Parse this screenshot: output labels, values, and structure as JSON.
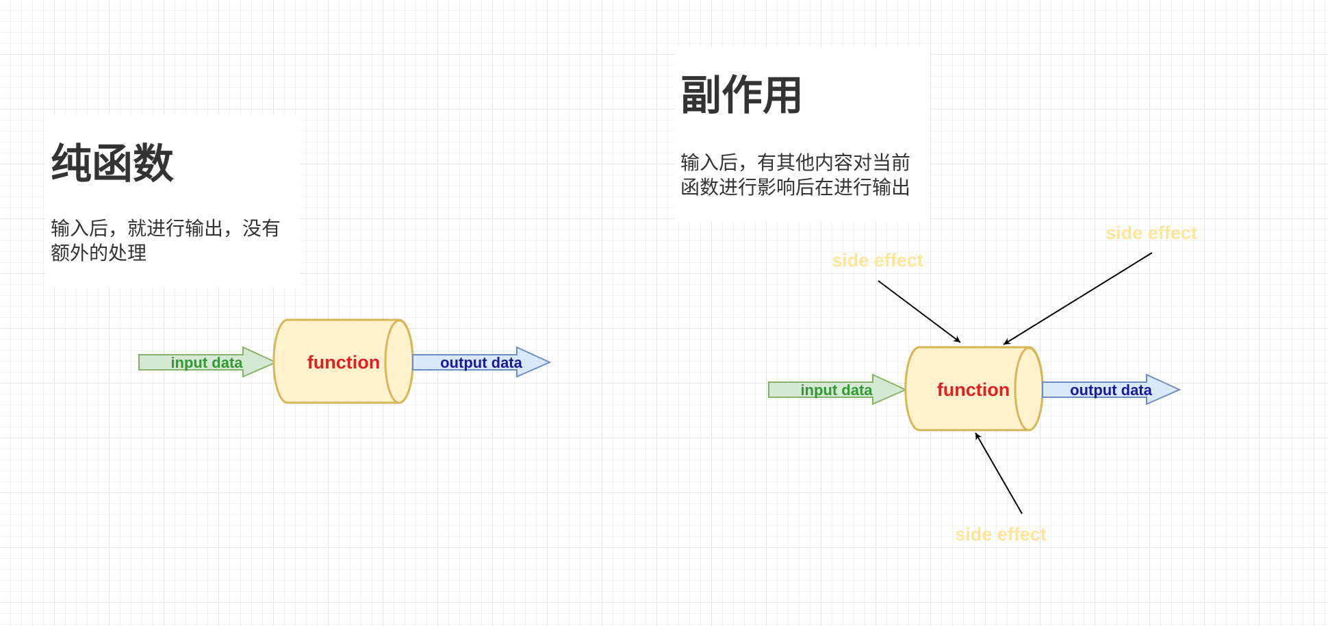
{
  "pure": {
    "title": "纯函数",
    "description": "输入后，就进行输出，没有额外的处理",
    "input_label": "input data",
    "function_label": "function",
    "output_label": "output data"
  },
  "side": {
    "title": "副作用",
    "description": "输入后，有其他内容对当前函数进行影响后在进行输出",
    "input_label": "input data",
    "function_label": "function",
    "output_label": "output data",
    "side_effect_top_left": "side effect",
    "side_effect_top_right": "side effect",
    "side_effect_bottom": "side effect"
  },
  "colors": {
    "input_fill": "#d5e8d4",
    "input_stroke": "#82b366",
    "input_text": "#339933",
    "function_fill": "#fff2cc",
    "function_stroke": "#d6b656",
    "function_text": "#e02020",
    "output_fill": "#dae8fc",
    "output_stroke": "#6c8ebf",
    "output_text": "#1a1a99",
    "side_effect_text": "#ffe599"
  }
}
